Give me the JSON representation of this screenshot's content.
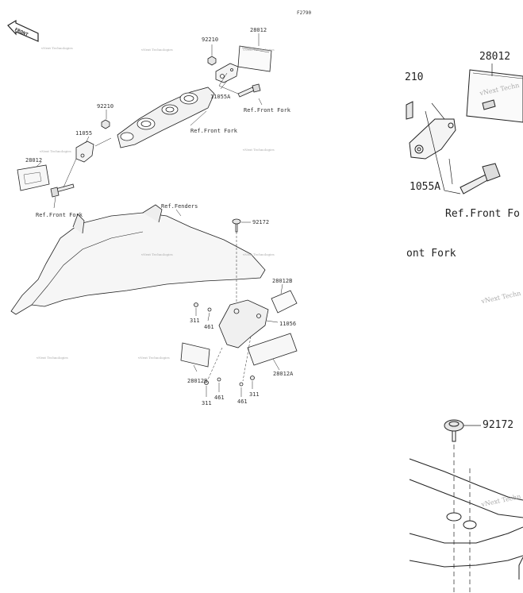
{
  "diagram": {
    "code": "F2790",
    "front_label": "FRONT",
    "watermark": "vNext Technologies",
    "parts": {
      "p92210_top": "92210",
      "p28012_top": "28012",
      "p11055A": "11055A",
      "ref_front_fork_top": "Ref.Front Fork",
      "p92210_mid": "92210",
      "p11055": "11055",
      "ref_front_fork_mid": "Ref.Front Fork",
      "p28012_left": "28012",
      "ref_front_fork_left": "Ref.Front Fork",
      "ref_fenders": "Ref.Fenders",
      "p92172": "92172",
      "p28012B_right": "28012B",
      "p311_a": "311",
      "p461_a": "461",
      "p11056": "11056",
      "p28012B_left": "28012B",
      "p461_b": "461",
      "p311_b": "311",
      "p461_c": "461",
      "p311_c": "311",
      "p28012A": "28012A"
    },
    "zoom": {
      "p28012": "28012",
      "p210": "210",
      "p11055A": "1055A",
      "ref_front_fork": "Ref.Front Fo",
      "front_fork": "ont Fork",
      "p92172": "92172",
      "watermark": "vNext Techn"
    }
  }
}
